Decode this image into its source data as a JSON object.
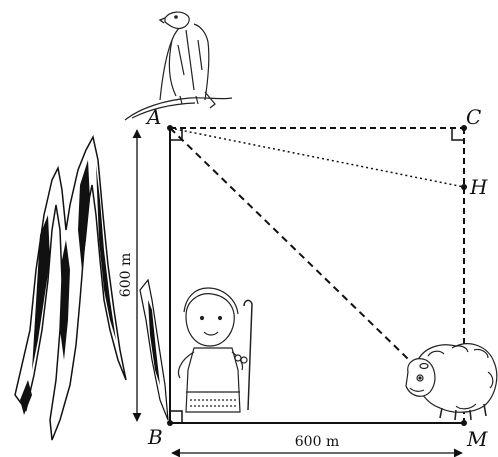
{
  "diagram": {
    "points": {
      "A": "A",
      "B": "B",
      "C": "C",
      "H": "H",
      "M": "M"
    },
    "dimensions": {
      "vertical": "600 m",
      "horizontal": "600 m"
    },
    "icons": [
      "eagle-icon",
      "shepherdess-icon",
      "sheep-icon",
      "mountain-cliff-icon"
    ]
  }
}
